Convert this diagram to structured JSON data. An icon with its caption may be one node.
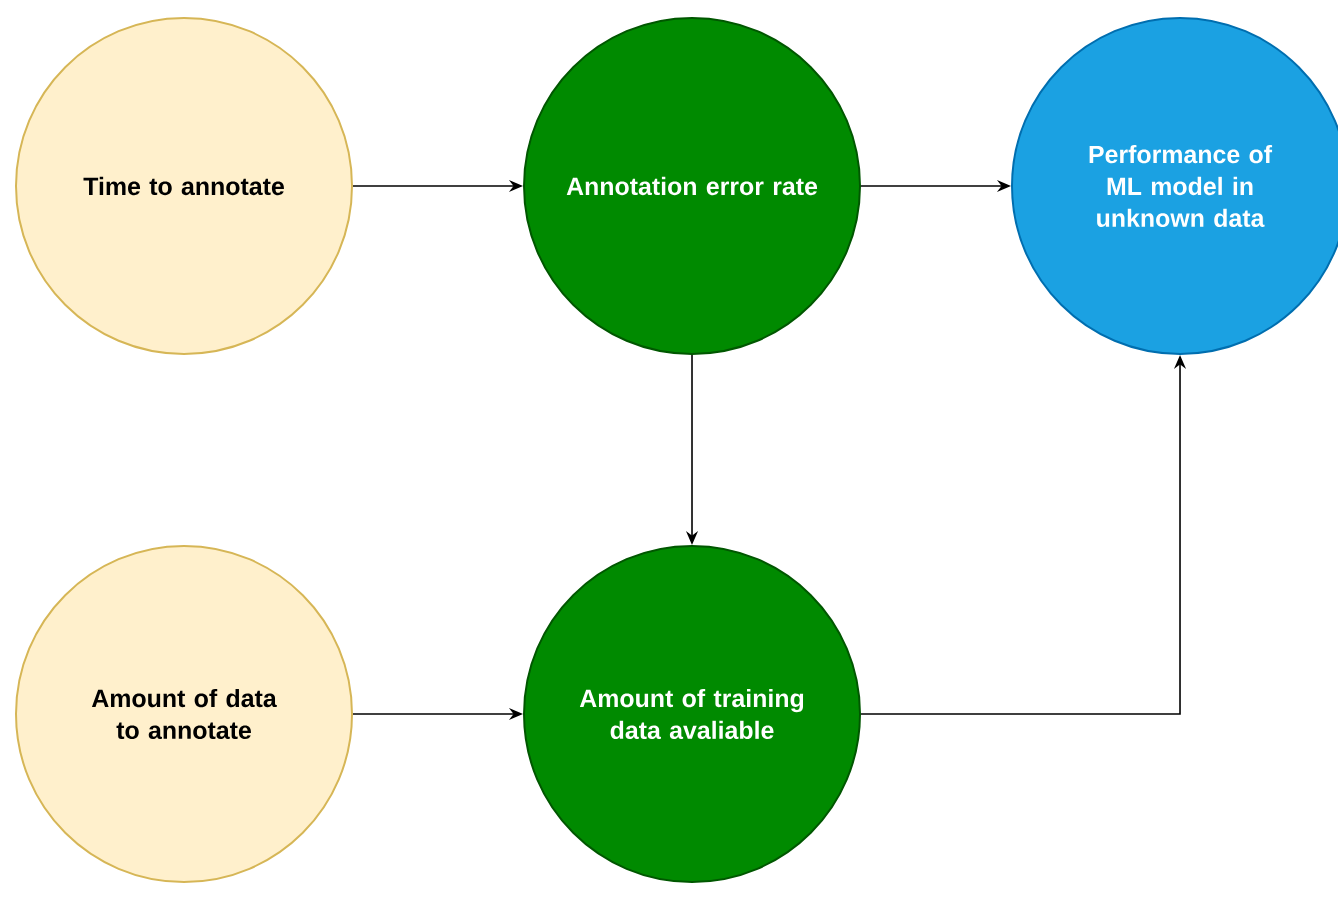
{
  "diagram": {
    "nodes": [
      {
        "text": [
          "Time to annotate"
        ]
      },
      {
        "text": [
          "Annotation error rate"
        ]
      },
      {
        "text": [
          "Performance of ML model in unknown data"
        ]
      },
      {
        "text": [
          "Amount of data to annotate"
        ]
      },
      {
        "text": [
          "Amount of training data avaliable"
        ]
      }
    ],
    "edges": [
      {
        "from": 0,
        "to": 1,
        "arrow": "to"
      },
      {
        "from": 1,
        "to": 2,
        "arrow": "to"
      },
      {
        "from": 1,
        "to": 4,
        "arrow": "to"
      },
      {
        "from": 3,
        "to": 4,
        "arrow": "to"
      },
      {
        "from": 4,
        "to": 2,
        "arrow": "to"
      }
    ]
  }
}
